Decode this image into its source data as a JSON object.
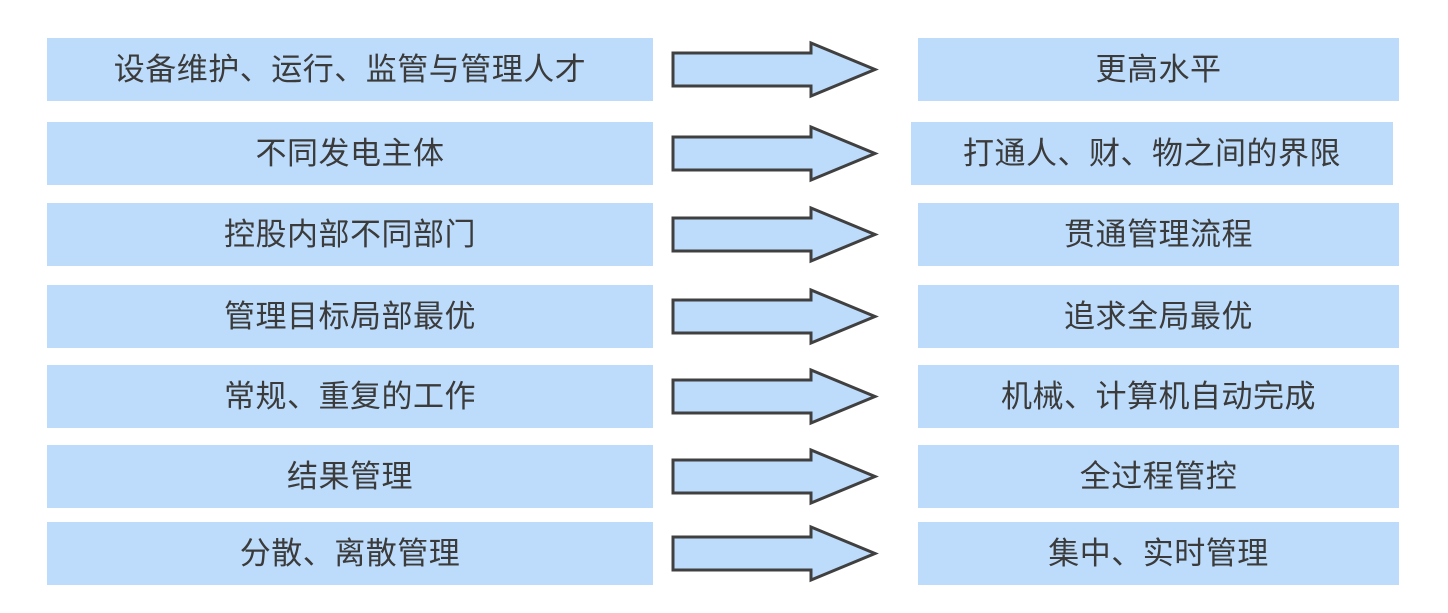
{
  "diagram": {
    "type": "two-column-transition-flow",
    "title": "",
    "colors": {
      "box_fill": "#BDDCFB",
      "arrow_fill": "#BDDCFB",
      "arrow_outline": "#404040",
      "text": "#3B3B3B",
      "background": "#FFFFFF"
    },
    "arrow_label": "右向箭头",
    "rows": [
      {
        "from": "设备维护、运行、监管与管理人才",
        "arrow": "arrow-right",
        "to": "更高水平"
      },
      {
        "from": "不同发电主体",
        "arrow": "arrow-right",
        "to": "打通人、财、物之间的界限"
      },
      {
        "from": "控股内部不同部门",
        "arrow": "arrow-right",
        "to": "贯通管理流程"
      },
      {
        "from": "管理目标局部最优",
        "arrow": "arrow-right",
        "to": "追求全局最优"
      },
      {
        "from": "常规、重复的工作",
        "arrow": "arrow-right",
        "to": "机械、计算机自动完成"
      },
      {
        "from": "结果管理",
        "arrow": "arrow-right",
        "to": "全过程管控"
      },
      {
        "from": "分散、离散管理",
        "arrow": "arrow-right",
        "to": "集中、实时管理"
      }
    ]
  }
}
